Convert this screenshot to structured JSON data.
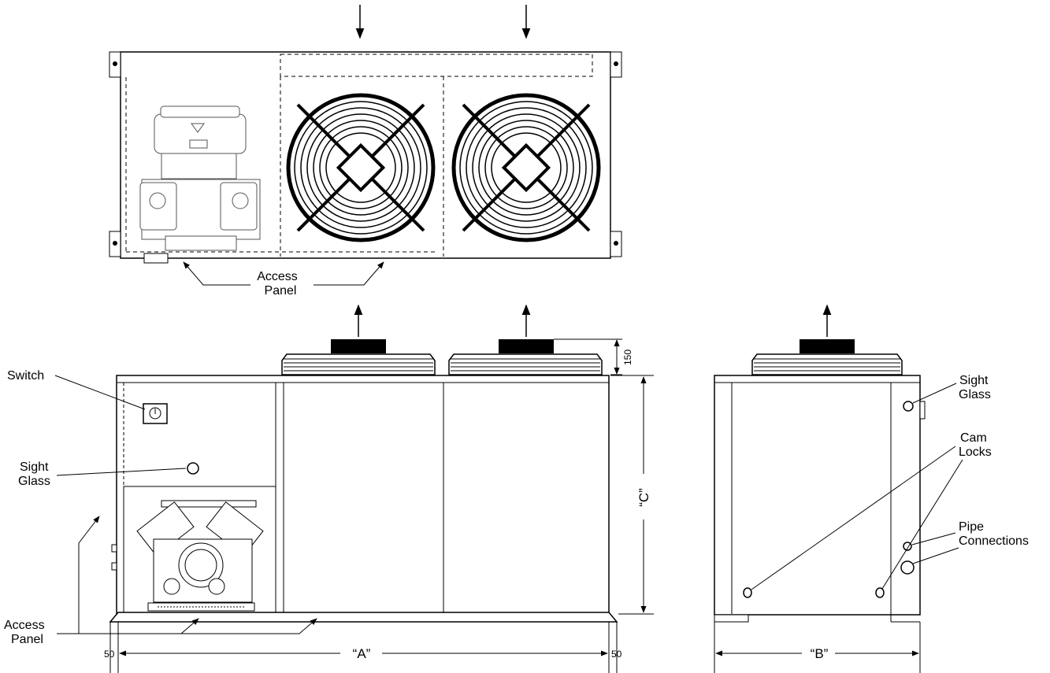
{
  "labels": {
    "access_panel_top_1": "Access",
    "access_panel_top_2": "Panel",
    "switch": "Switch",
    "sight_glass_left_1": "Sight",
    "sight_glass_left_2": "Glass",
    "access_panel_left_1": "Access",
    "access_panel_left_2": "Panel",
    "sight_glass_right_1": "Sight",
    "sight_glass_right_2": "Glass",
    "cam_locks_1": "Cam",
    "cam_locks_2": "Locks",
    "pipe_connections_1": "Pipe",
    "pipe_connections_2": "Connections"
  },
  "dimensions": {
    "a": "“A”",
    "b": "“B”",
    "c": "“C”",
    "fan_guard_height": "150",
    "left_offset": "50",
    "right_offset": "50"
  }
}
